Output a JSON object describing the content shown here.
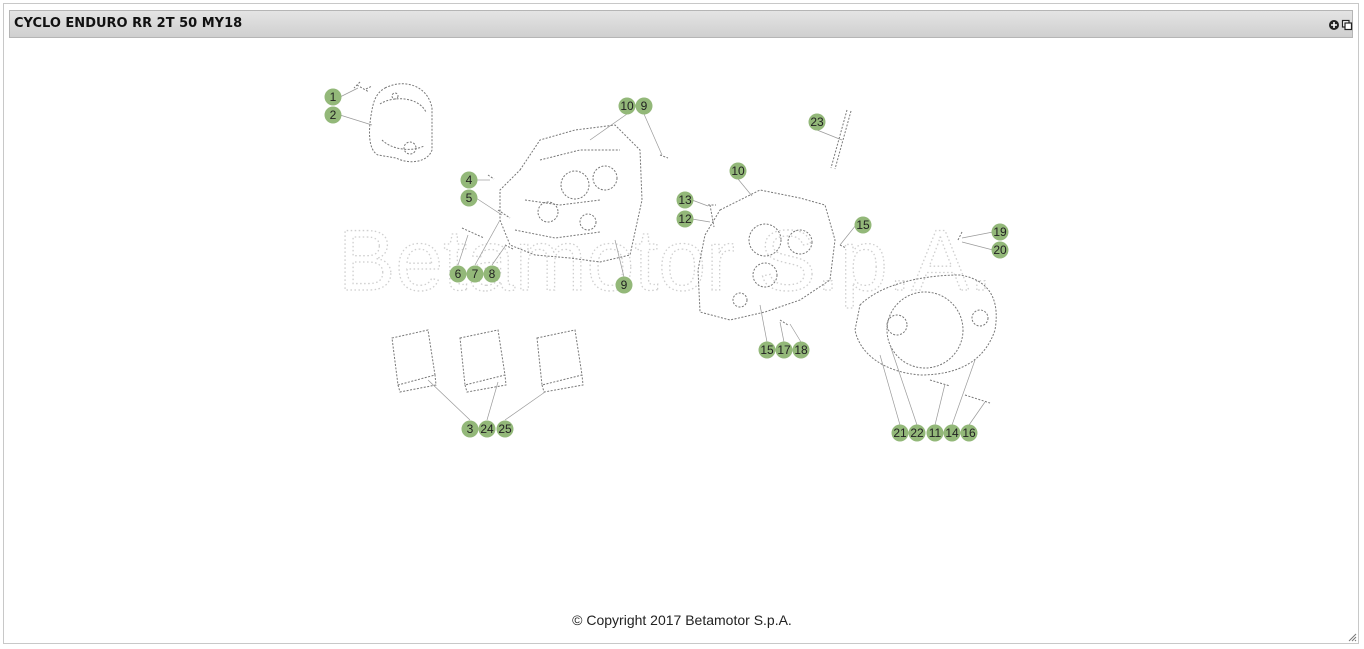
{
  "window": {
    "title": "CYCLO ENDURO RR 2T 50 MY18",
    "icons": [
      "plus-circle-icon",
      "copy-icon",
      "resize-grip-icon"
    ]
  },
  "diagram": {
    "watermark": "Betamotor S.p.A.",
    "callout_color": "#93b879",
    "callouts": [
      {
        "label": "1"
      },
      {
        "label": "2"
      },
      {
        "label": "10"
      },
      {
        "label": "9"
      },
      {
        "label": "4"
      },
      {
        "label": "5"
      },
      {
        "label": "6"
      },
      {
        "label": "7"
      },
      {
        "label": "8"
      },
      {
        "label": "9"
      },
      {
        "label": "23"
      },
      {
        "label": "10"
      },
      {
        "label": "13"
      },
      {
        "label": "12"
      },
      {
        "label": "15"
      },
      {
        "label": "19"
      },
      {
        "label": "20"
      },
      {
        "label": "15"
      },
      {
        "label": "17"
      },
      {
        "label": "18"
      },
      {
        "label": "3"
      },
      {
        "label": "24"
      },
      {
        "label": "25"
      },
      {
        "label": "21"
      },
      {
        "label": "22"
      },
      {
        "label": "11"
      },
      {
        "label": "14"
      },
      {
        "label": "16"
      }
    ]
  },
  "footer": {
    "copyright": "© Copyright 2017 Betamotor S.p.A."
  }
}
